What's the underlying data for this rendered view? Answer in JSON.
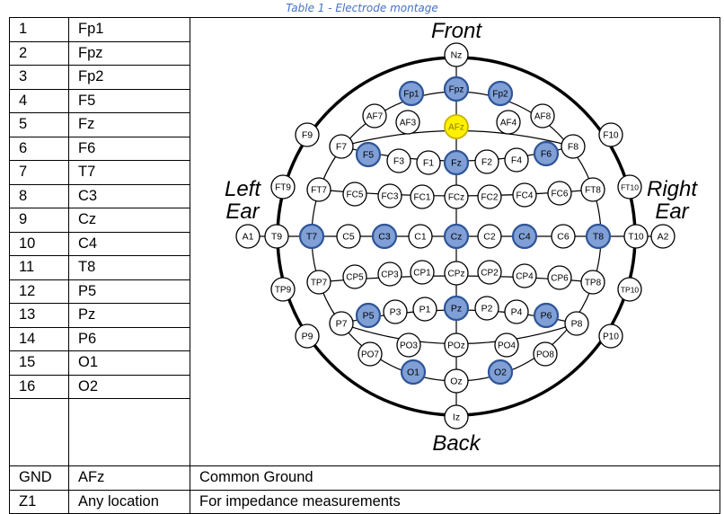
{
  "caption": "Table 1 - Electrode montage",
  "channels": [
    {
      "num": "1",
      "label": "Fp1"
    },
    {
      "num": "2",
      "label": "Fpz"
    },
    {
      "num": "3",
      "label": "Fp2"
    },
    {
      "num": "4",
      "label": "F5"
    },
    {
      "num": "5",
      "label": "Fz"
    },
    {
      "num": "6",
      "label": "F6"
    },
    {
      "num": "7",
      "label": "T7"
    },
    {
      "num": "8",
      "label": "C3"
    },
    {
      "num": "9",
      "label": "Cz"
    },
    {
      "num": "10",
      "label": "C4"
    },
    {
      "num": "11",
      "label": "T8"
    },
    {
      "num": "12",
      "label": "P5"
    },
    {
      "num": "13",
      "label": "Pz"
    },
    {
      "num": "14",
      "label": "P6"
    },
    {
      "num": "15",
      "label": "O1"
    },
    {
      "num": "16",
      "label": "O2"
    }
  ],
  "footer_rows": [
    {
      "code": "GND",
      "location": "AFz",
      "description": "Common Ground"
    },
    {
      "code": "Z1",
      "location": "Any location",
      "description": "For impedance measurements"
    }
  ],
  "diagram": {
    "front_label": "Front",
    "back_label": "Back",
    "left_label_1": "Left",
    "left_label_2": "Ear",
    "right_label_1": "Right",
    "right_label_2": "Ear",
    "colors": {
      "selected": "#7f9fd6",
      "selected_stroke": "#2f5597",
      "ground": "#fff100",
      "ground_stroke": "#c8b400",
      "default": "#ffffff"
    },
    "electrodes": [
      {
        "n": "Nz"
      },
      {
        "n": "Fp1",
        "s": "sel"
      },
      {
        "n": "Fpz",
        "s": "sel"
      },
      {
        "n": "Fp2",
        "s": "sel"
      },
      {
        "n": "AF7"
      },
      {
        "n": "AF3"
      },
      {
        "n": "AFz",
        "s": "gnd"
      },
      {
        "n": "AF4"
      },
      {
        "n": "AF8"
      },
      {
        "n": "F9"
      },
      {
        "n": "F10"
      },
      {
        "n": "F7"
      },
      {
        "n": "F5",
        "s": "sel"
      },
      {
        "n": "F3"
      },
      {
        "n": "F1"
      },
      {
        "n": "Fz",
        "s": "sel"
      },
      {
        "n": "F2"
      },
      {
        "n": "F4"
      },
      {
        "n": "F6",
        "s": "sel"
      },
      {
        "n": "F8"
      },
      {
        "n": "FT9"
      },
      {
        "n": "FT7"
      },
      {
        "n": "FC5"
      },
      {
        "n": "FC3"
      },
      {
        "n": "FC1"
      },
      {
        "n": "FCz"
      },
      {
        "n": "FC2"
      },
      {
        "n": "FC4"
      },
      {
        "n": "FC6"
      },
      {
        "n": "FT8"
      },
      {
        "n": "FT10"
      },
      {
        "n": "A1"
      },
      {
        "n": "T9"
      },
      {
        "n": "T7",
        "s": "sel"
      },
      {
        "n": "C5"
      },
      {
        "n": "C3",
        "s": "sel"
      },
      {
        "n": "C1"
      },
      {
        "n": "Cz",
        "s": "sel"
      },
      {
        "n": "C2"
      },
      {
        "n": "C4",
        "s": "sel"
      },
      {
        "n": "C6"
      },
      {
        "n": "T8",
        "s": "sel"
      },
      {
        "n": "T10"
      },
      {
        "n": "A2"
      },
      {
        "n": "TP9"
      },
      {
        "n": "TP7"
      },
      {
        "n": "CP5"
      },
      {
        "n": "CP3"
      },
      {
        "n": "CP1"
      },
      {
        "n": "CPz"
      },
      {
        "n": "CP2"
      },
      {
        "n": "CP4"
      },
      {
        "n": "CP6"
      },
      {
        "n": "TP8"
      },
      {
        "n": "TP10"
      },
      {
        "n": "P9"
      },
      {
        "n": "P7"
      },
      {
        "n": "P5",
        "s": "sel"
      },
      {
        "n": "P3"
      },
      {
        "n": "P1"
      },
      {
        "n": "Pz",
        "s": "sel"
      },
      {
        "n": "P2"
      },
      {
        "n": "P4"
      },
      {
        "n": "P6",
        "s": "sel"
      },
      {
        "n": "P8"
      },
      {
        "n": "P10"
      },
      {
        "n": "PO7"
      },
      {
        "n": "PO3"
      },
      {
        "n": "POz"
      },
      {
        "n": "PO4"
      },
      {
        "n": "PO8"
      },
      {
        "n": "O1",
        "s": "sel"
      },
      {
        "n": "Oz"
      },
      {
        "n": "O2",
        "s": "sel"
      },
      {
        "n": "Iz"
      }
    ]
  }
}
